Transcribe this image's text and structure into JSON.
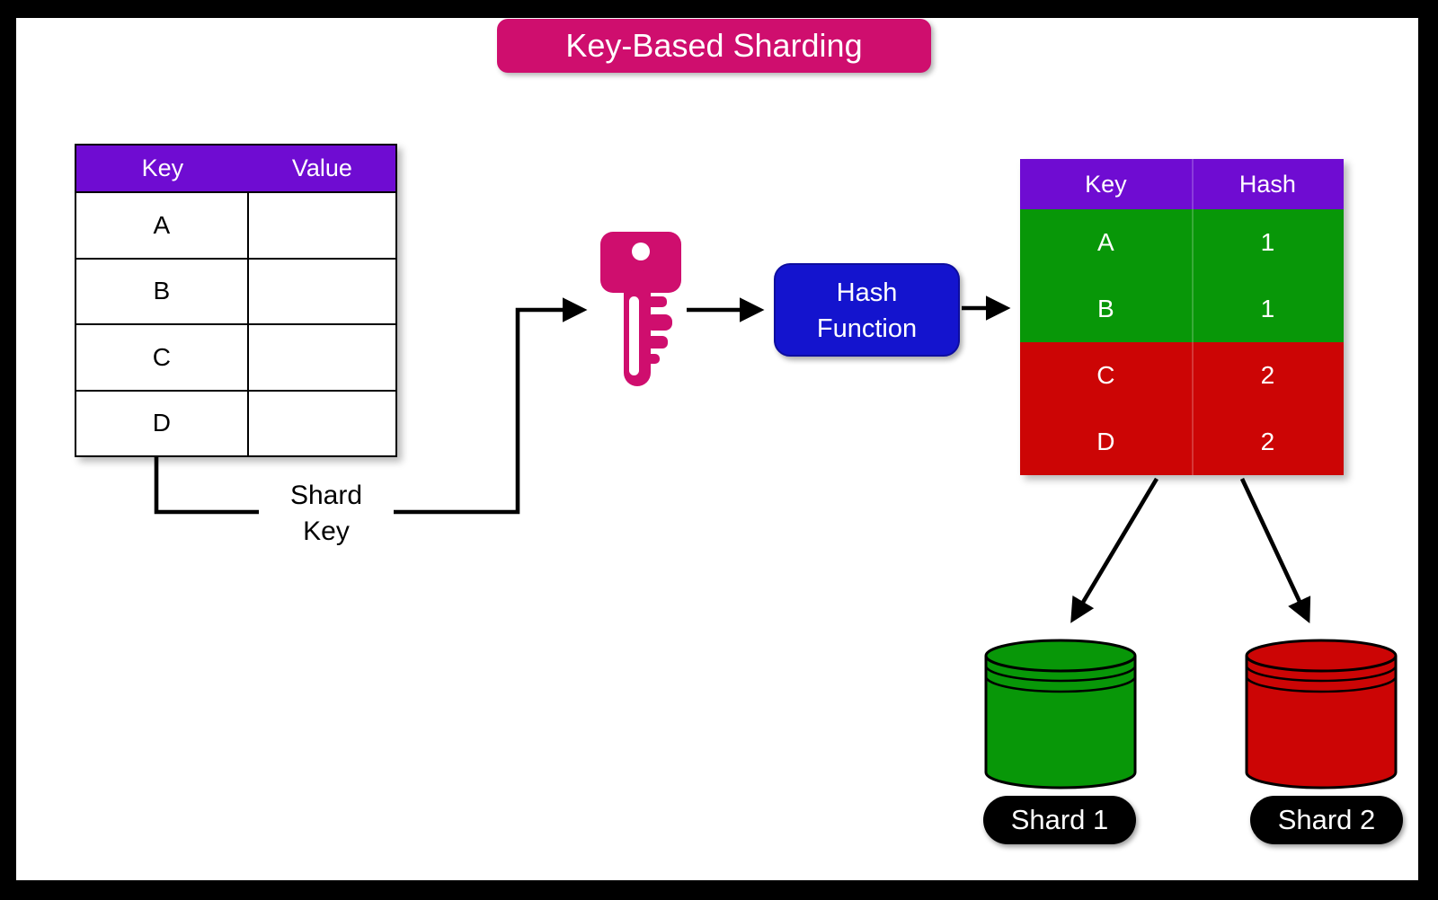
{
  "title": "Key-Based Sharding",
  "left_table": {
    "headers": {
      "key": "Key",
      "value": "Value"
    },
    "rows": [
      {
        "key": "A",
        "value": ""
      },
      {
        "key": "B",
        "value": ""
      },
      {
        "key": "C",
        "value": ""
      },
      {
        "key": "D",
        "value": ""
      }
    ]
  },
  "shard_key_label": {
    "line1": "Shard",
    "line2": "Key"
  },
  "hash_function": {
    "line1": "Hash",
    "line2": "Function"
  },
  "right_table": {
    "headers": {
      "key": "Key",
      "hash": "Hash"
    },
    "rows": [
      {
        "key": "A",
        "hash": "1",
        "group": "shard1"
      },
      {
        "key": "B",
        "hash": "1",
        "group": "shard1"
      },
      {
        "key": "C",
        "hash": "2",
        "group": "shard2"
      },
      {
        "key": "D",
        "hash": "2",
        "group": "shard2"
      }
    ]
  },
  "shards": [
    {
      "label": "Shard 1",
      "color": "#089708"
    },
    {
      "label": "Shard 2",
      "color": "#CC0505"
    }
  ],
  "icons": {
    "key": "key-icon",
    "shard1_db": "database-icon",
    "shard2_db": "database-icon"
  },
  "colors": {
    "title_bg": "#CF0E6E",
    "key_pink": "#CF0E6E",
    "header_purple": "#6F0CD2",
    "hash_blue": "#1414CE",
    "shard1_green": "#089708",
    "shard2_red": "#CC0505",
    "label_bg_black": "#000000",
    "line_black": "#000000",
    "canvas_white": "#FFFFFF"
  }
}
